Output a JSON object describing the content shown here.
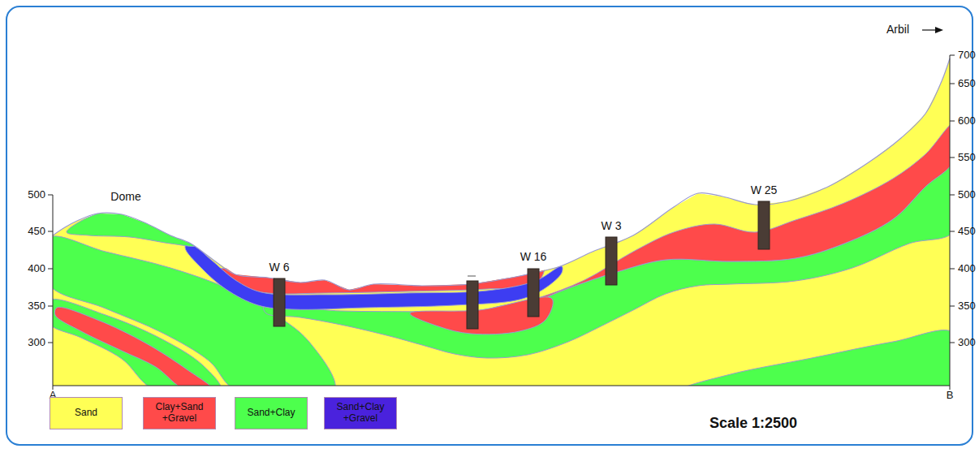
{
  "diagram": {
    "labels": [
      "Arbil",
      "Dome",
      "W 6",
      "W 16",
      "W 3",
      "W 25",
      "500",
      "450",
      "400",
      "350",
      "300",
      "700",
      "650",
      "600",
      "550",
      "500",
      "450",
      "400",
      "350",
      "300",
      "A",
      "B",
      "Scale 1:2500"
    ],
    "legend": [
      {
        "text": "Sand",
        "color": "#ffff55"
      },
      {
        "text": "Clay+Sand +Gravel",
        "color": "#ff4a4a"
      },
      {
        "text": "Sand+Clay",
        "color": "#4dff4d"
      },
      {
        "text": "Sand+Clay +Gravel",
        "color": "#4a22dd"
      }
    ]
  }
}
